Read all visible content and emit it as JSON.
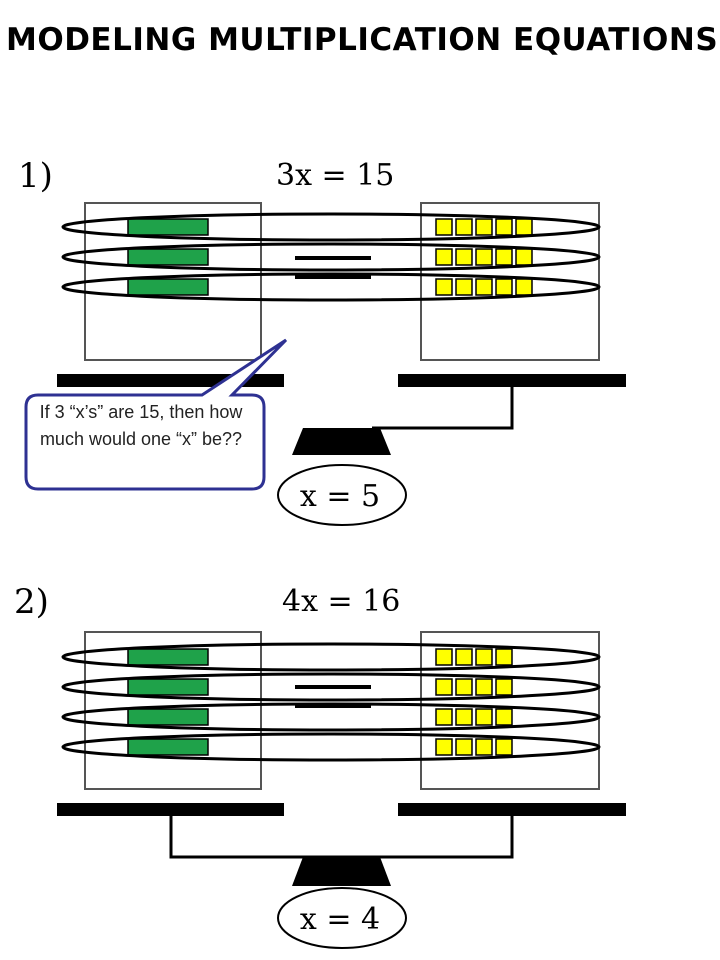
{
  "title": "Modeling Multiplication Equations:",
  "colors": {
    "x_tile": "#1fa24a",
    "unit_tile": "#ffff00",
    "bubble_border": "#2e3192",
    "line": "#000000"
  },
  "problems": [
    {
      "number": "1)",
      "equation": "3x = 15",
      "groups": 3,
      "units_per_group": 5,
      "answer": "x = 5",
      "callout": "If 3 “x’s” are 15, then how much would one “x” be??"
    },
    {
      "number": "2)",
      "equation": "4x = 16",
      "groups": 4,
      "units_per_group": 4,
      "answer": "x = 4"
    }
  ]
}
